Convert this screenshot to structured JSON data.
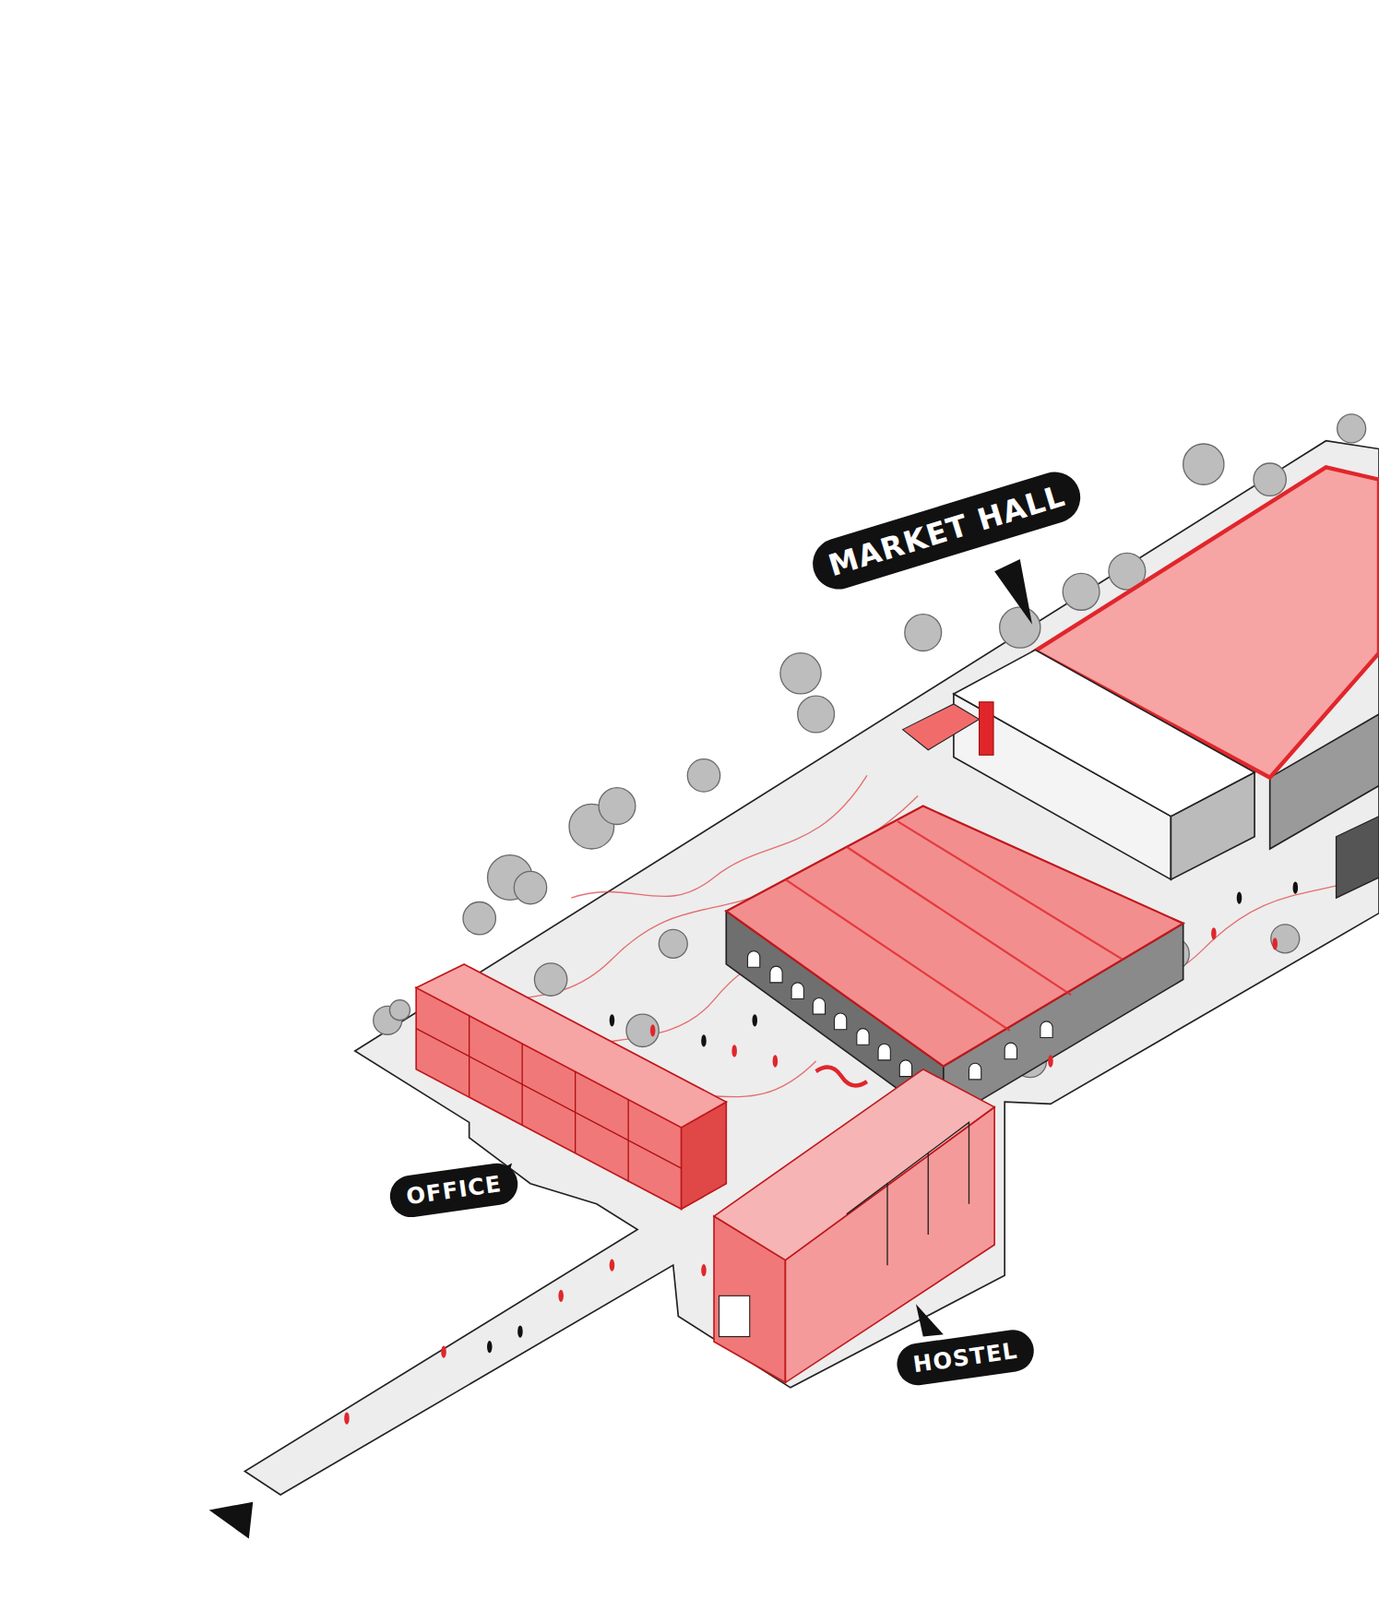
{
  "diagram": {
    "nodes": [
      {
        "text": [
          "MARKET HALL"
        ]
      },
      {
        "text": [
          "OFFICE"
        ]
      },
      {
        "text": [
          "HOSTEL"
        ]
      }
    ]
  }
}
